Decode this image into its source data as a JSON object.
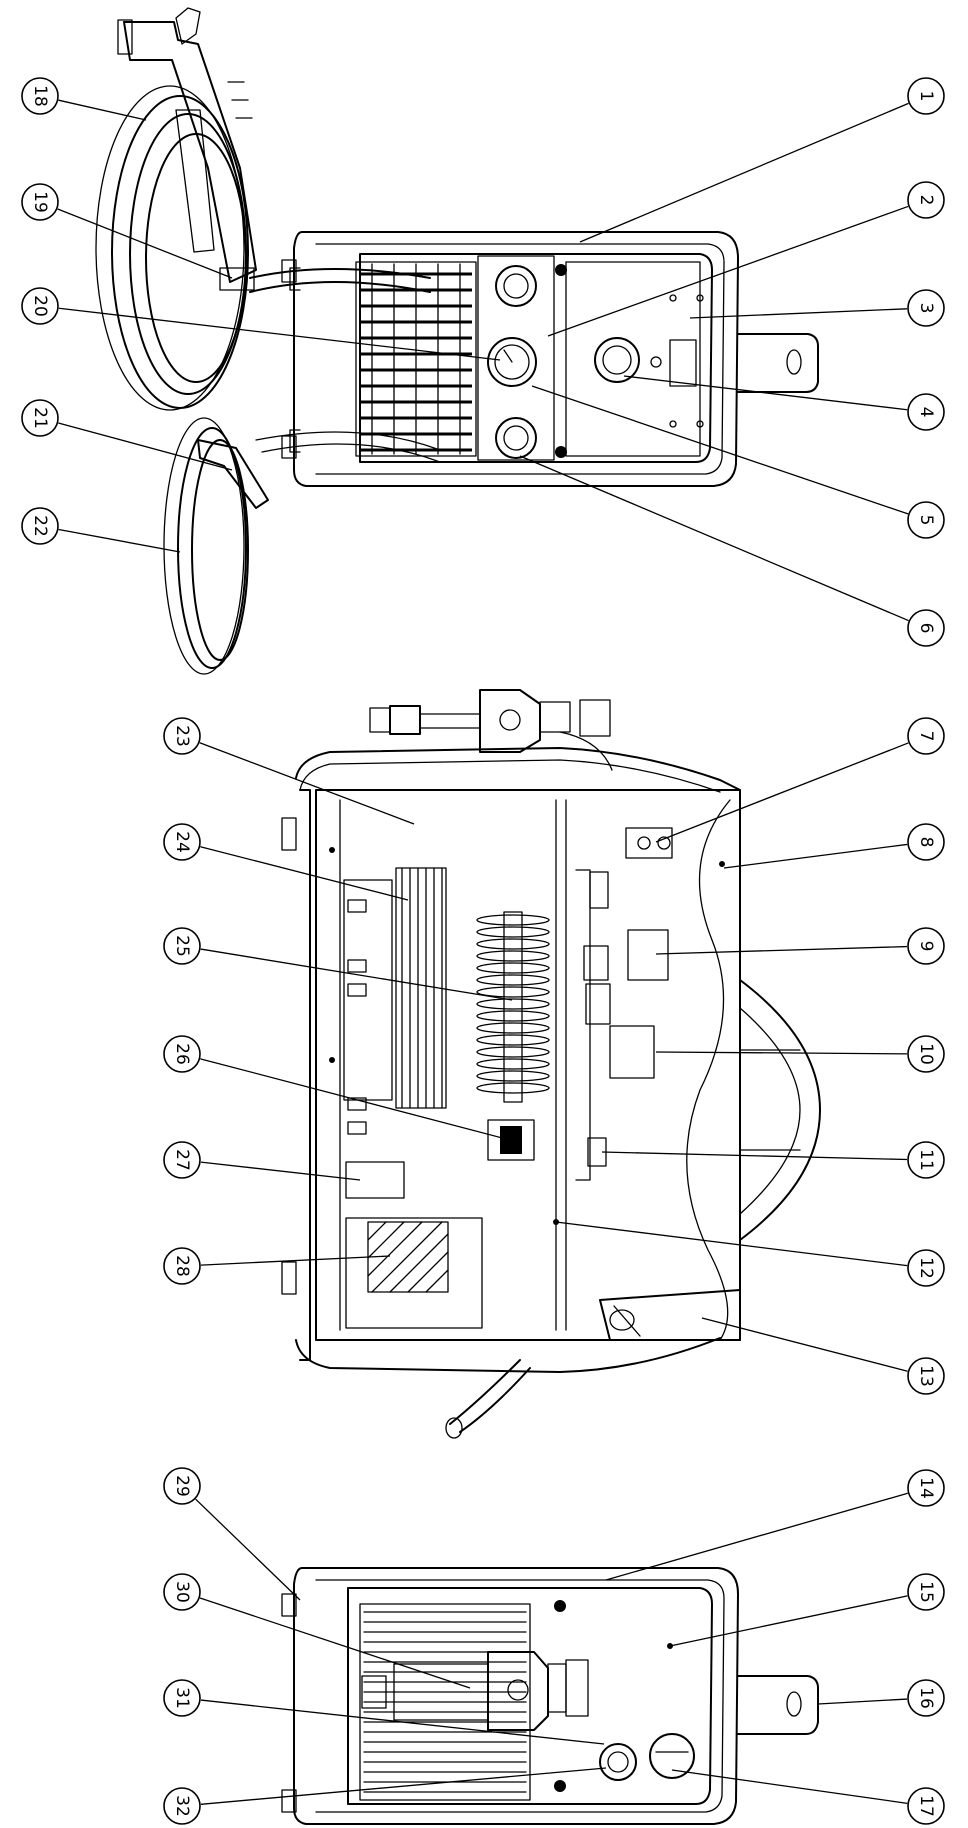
{
  "callouts": [
    "1",
    "2",
    "3",
    "4",
    "5",
    "6",
    "7",
    "8",
    "9",
    "10",
    "11",
    "12",
    "13",
    "14",
    "15",
    "16",
    "17",
    "18",
    "19",
    "20",
    "21",
    "22",
    "23",
    "24",
    "25",
    "26",
    "27",
    "28",
    "29",
    "30",
    "31",
    "32"
  ],
  "views": {
    "front": "front-view",
    "side": "side-view",
    "rear": "rear-view"
  }
}
